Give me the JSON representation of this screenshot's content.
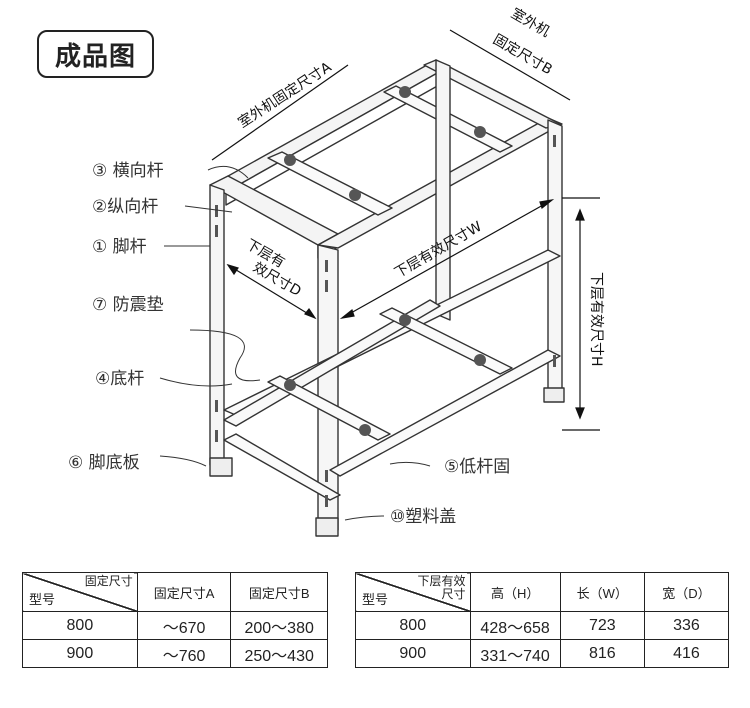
{
  "title": "成品图",
  "labels": {
    "crossbar": "③ 横向杆",
    "longbar": "②纵向杆",
    "leg": "①  脚杆",
    "pad": "⑦ 防震垫",
    "bottombar": "④底杆",
    "footplate": "⑥ 脚底板",
    "lowfix": "⑤低杆固",
    "cap": "⑩塑料盖"
  },
  "dimensions": {
    "dimA": "室外机固定尺寸A",
    "dimB_line1": "室外机",
    "dimB_line2": "固定尺寸B",
    "dimW": "下层有效尺寸W",
    "dimD_line1": "下层有",
    "dimD_line2": "效尺寸D",
    "dimH": "下层有效尺寸H"
  },
  "table1": {
    "diag_top": "固定尺寸",
    "diag_bottom": "型号",
    "headers": [
      "固定尺寸A",
      "固定尺寸B"
    ],
    "rows": [
      [
        "800",
        "～670",
        "200～380"
      ],
      [
        "900",
        "～760",
        "250～430"
      ]
    ]
  },
  "table2": {
    "diag_top_line1": "下层有效",
    "diag_top_line2": "尺寸",
    "diag_bottom": "型号",
    "headers": [
      "高（H）",
      "长（W）",
      "宽（D）"
    ],
    "rows": [
      [
        "800",
        "428～658",
        "723",
        "336"
      ],
      [
        "900",
        "331～740",
        "816",
        "416"
      ]
    ]
  }
}
